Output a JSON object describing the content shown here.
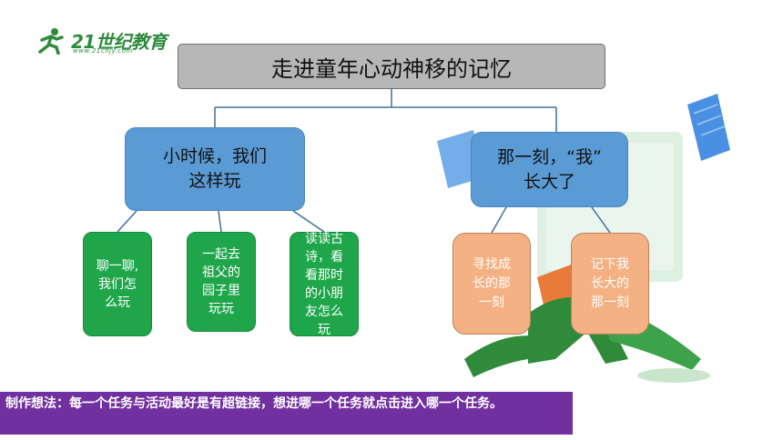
{
  "logo": {
    "text": "21世纪教育",
    "url": "www.21cnjy.com"
  },
  "title": "走进童年心动神移的记忆",
  "branches": [
    {
      "label_lines": [
        "小时候，我们",
        "这样玩"
      ],
      "children": [
        {
          "lines": [
            "聊一聊,",
            "我们怎",
            "么玩"
          ]
        },
        {
          "lines": [
            "一起去",
            "祖父的",
            "园子里",
            "玩玩"
          ]
        },
        {
          "lines": [
            "读读古",
            "诗，看",
            "看那时",
            "的小朋",
            "友怎么",
            "玩"
          ]
        }
      ]
    },
    {
      "label_lines": [
        "那一刻，“我”",
        "长大了"
      ],
      "children": [
        {
          "lines": [
            "寻找成",
            "长的那",
            "一刻"
          ]
        },
        {
          "lines": [
            "记下我",
            "长大的",
            "那一刻"
          ]
        }
      ]
    }
  ],
  "note": "制作想法：每一个任务与活动最好是有超链接，想进哪一个任务就点击进入哪一个任务。",
  "colors": {
    "title_bg": "#b7b7b7",
    "branch_bg": "#5b9bd5",
    "left_child_bg": "#1fa64a",
    "right_child_bg": "#f4b183",
    "note_bg": "#7030a0",
    "logo": "#2e8b3c"
  }
}
